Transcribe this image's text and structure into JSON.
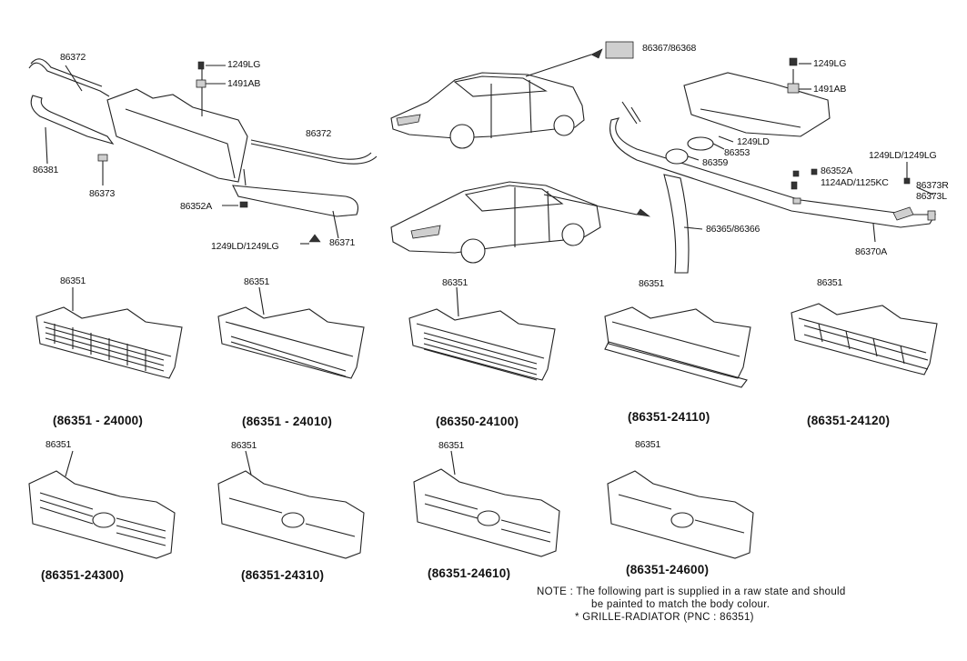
{
  "part_labels": {
    "p86372_top": "86372",
    "p1249LG_top": "1249LG",
    "p1491AB_top": "1491AB",
    "p86381": "86381",
    "p86373": "86373",
    "p86372_mid": "86372",
    "p86352A_left": "86352A",
    "p1249LD_left": "1249LD/1249LG",
    "p86371": "86371",
    "p86367": "86367/86368",
    "p1249LG_right": "1249LG",
    "p1491AB_right": "1491AB",
    "p1249LD_r": "1249LD",
    "p86353": "86353",
    "p86359": "86359",
    "p1249LD_r2": "1249LD/1249LG",
    "p86352A_r": "86352A",
    "p1124": "1124AD/1125KC",
    "p86373R": "86373R",
    "p86373L": "86373L",
    "p86370A": "86370A",
    "p86365": "86365/86366",
    "p86351_g1": "86351",
    "p86351_g2": "86351",
    "p86351_g3": "86351",
    "p86351_g4": "86351",
    "p86351_g5": "86351",
    "p86351_g6": "86351",
    "p86351_g7": "86351",
    "p86351_g8": "86351",
    "p86351_g9": "86351"
  },
  "grille_captions": [
    "(86351 - 24000)",
    "(86351 - 24010)",
    "(86350-24100)",
    "(86351-24110)",
    "(86351-24120)",
    "(86351-24300)",
    "(86351-24310)",
    "(86351-24610)",
    "(86351-24600)"
  ],
  "note": {
    "line1": "NOTE :  The following part is supplied in a raw state and should",
    "line2": "be painted to match the body colour.",
    "line3": "*  GRILLE-RADIATOR (PNC : 86351)"
  }
}
